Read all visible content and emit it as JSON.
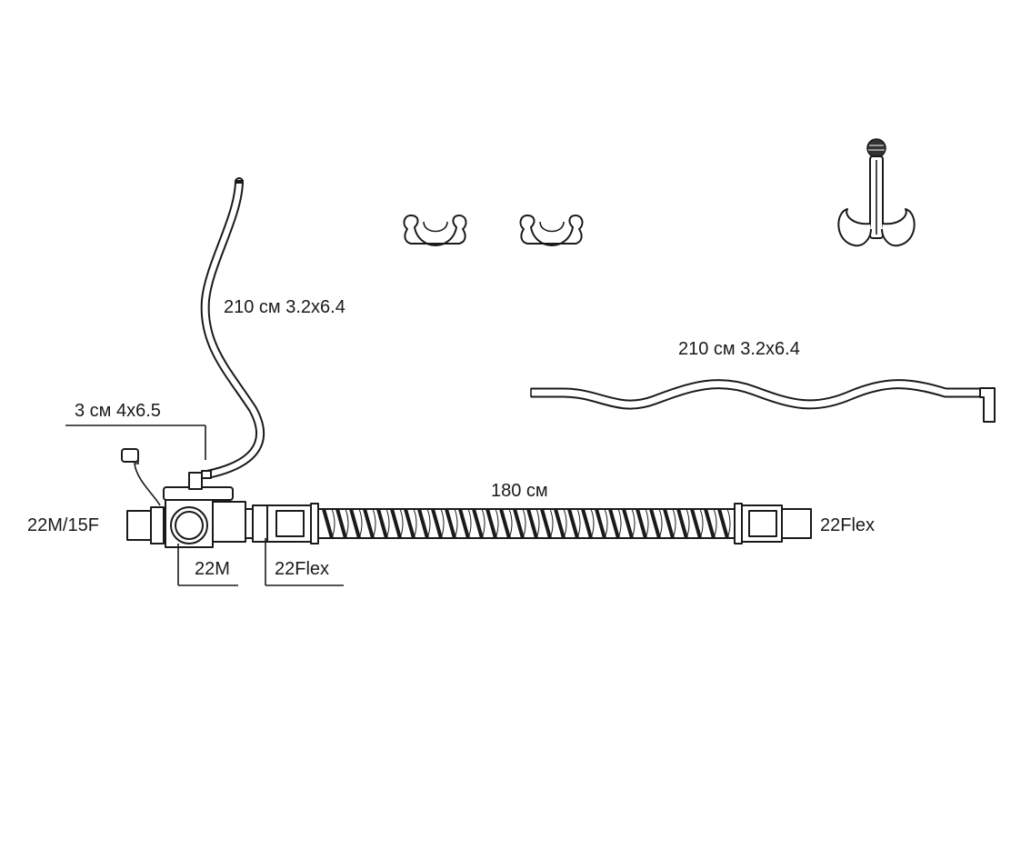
{
  "labels": {
    "tube_upper": "210 см  3.2x6.4",
    "tube_right": "210 см  3.2x6.4",
    "short_tube": "3 см   4x6.5",
    "hose_length": "180 см",
    "left_connector": "22M/15F",
    "valve_port": "22M",
    "hose_cuff_left": "22Flex",
    "hose_cuff_right": "22Flex"
  }
}
